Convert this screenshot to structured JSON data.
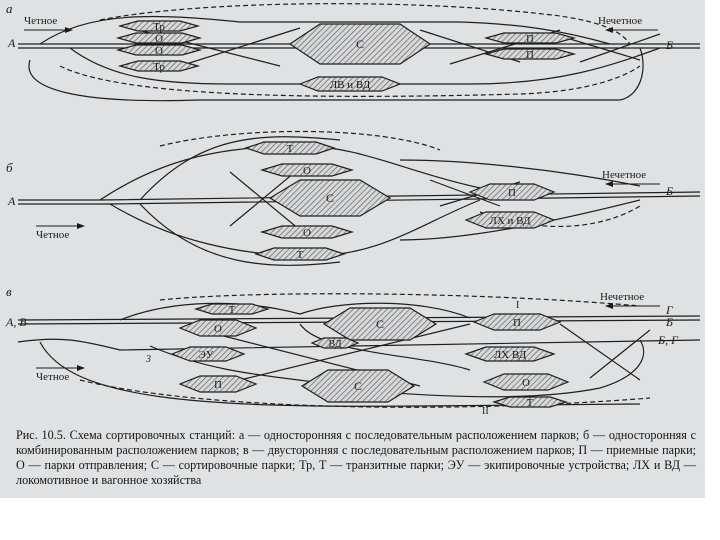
{
  "schemes": [
    {
      "letter": "а",
      "direction_even": "Четное",
      "direction_odd": "Нечетное",
      "end_left": "А",
      "end_right": "Б",
      "parks": [
        "Тр",
        "О",
        "О",
        "Тр",
        "С",
        "П",
        "П",
        "ЛВ и ВД"
      ]
    },
    {
      "letter": "б",
      "direction_even": "Четное",
      "direction_odd": "Нечетное",
      "end_left": "А",
      "end_right": "Б",
      "parks": [
        "Т",
        "О",
        "С",
        "О",
        "Т",
        "П",
        "ЛХ и ВД"
      ]
    },
    {
      "letter": "в",
      "direction_even": "Четное",
      "direction_odd": "Нечетное",
      "end_left": "А, В",
      "end_right_top": "Г",
      "end_right_mid": "Б",
      "end_right_low": "Б, Г",
      "track_numbers": [
        "I",
        "II",
        "3"
      ],
      "parks": [
        "Т",
        "О",
        "ЭУ",
        "С",
        "ВД",
        "П",
        "ЛХ ВД",
        "П",
        "С",
        "О",
        "Т"
      ]
    }
  ],
  "caption": {
    "label": "Рис. 10.5.",
    "text": "Схема сортировочных станций: а — односторонняя с последовательным расположением парков; б — односторонняя с комбинированным расположением парков; в — двусторонняя с последовательным расположением парков; П — приемные парки; О — парки отправления; С — сортировочные парки; Тр, Т — транзитные парки; ЭУ — экипировочные устройства; ЛХ и ВД — локомотивное и вагонное хозяйства"
  }
}
